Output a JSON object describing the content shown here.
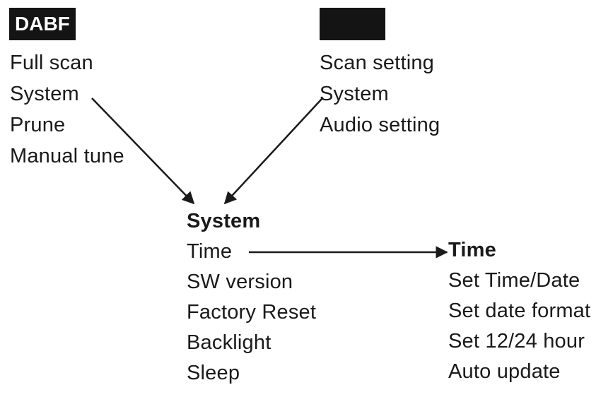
{
  "dab_menu": {
    "badge": "DABF",
    "items": [
      "Full scan",
      "System",
      "Prune",
      "Manual tune"
    ]
  },
  "fm_menu": {
    "badge": "",
    "items": [
      "Scan setting",
      "System",
      "Audio setting"
    ]
  },
  "system_menu": {
    "title": "System",
    "items": [
      "Time",
      "SW version",
      "Factory Reset",
      "Backlight",
      "Sleep"
    ]
  },
  "time_menu": {
    "title": "Time",
    "items": [
      "Set Time/Date",
      "Set date format",
      "Set 12/24 hour",
      "Auto update"
    ]
  },
  "colors": {
    "ink": "#1a1a1a",
    "badge_bg": "#141414",
    "badge_text": "#ffffff"
  }
}
